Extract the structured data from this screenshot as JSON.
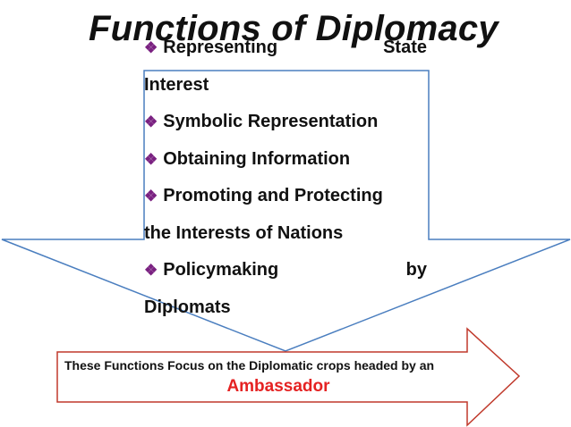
{
  "title": "Functions of Diplomacy",
  "bullet_glyph": "❖",
  "colors": {
    "arrow_outline": "#4a7ebf",
    "banner_outline": "#c0392b",
    "bullet": "#7a2181",
    "highlight_text": "#e52222"
  },
  "functions": [
    {
      "id": "1",
      "first": "Representing",
      "first_tail": "State",
      "second": "Interest"
    },
    {
      "id": "2",
      "first": "Symbolic Representation"
    },
    {
      "id": "3",
      "first": "Obtaining Information"
    },
    {
      "id": "4",
      "first": "Promoting and Protecting",
      "second": "the Interests of Nations"
    },
    {
      "id": "5",
      "first": "Policymaking",
      "first_tail": "by",
      "second": "Diplomats"
    }
  ],
  "banner": {
    "line1": "These Functions Focus on the Diplomatic crops headed by an",
    "line2": "Ambassador"
  }
}
